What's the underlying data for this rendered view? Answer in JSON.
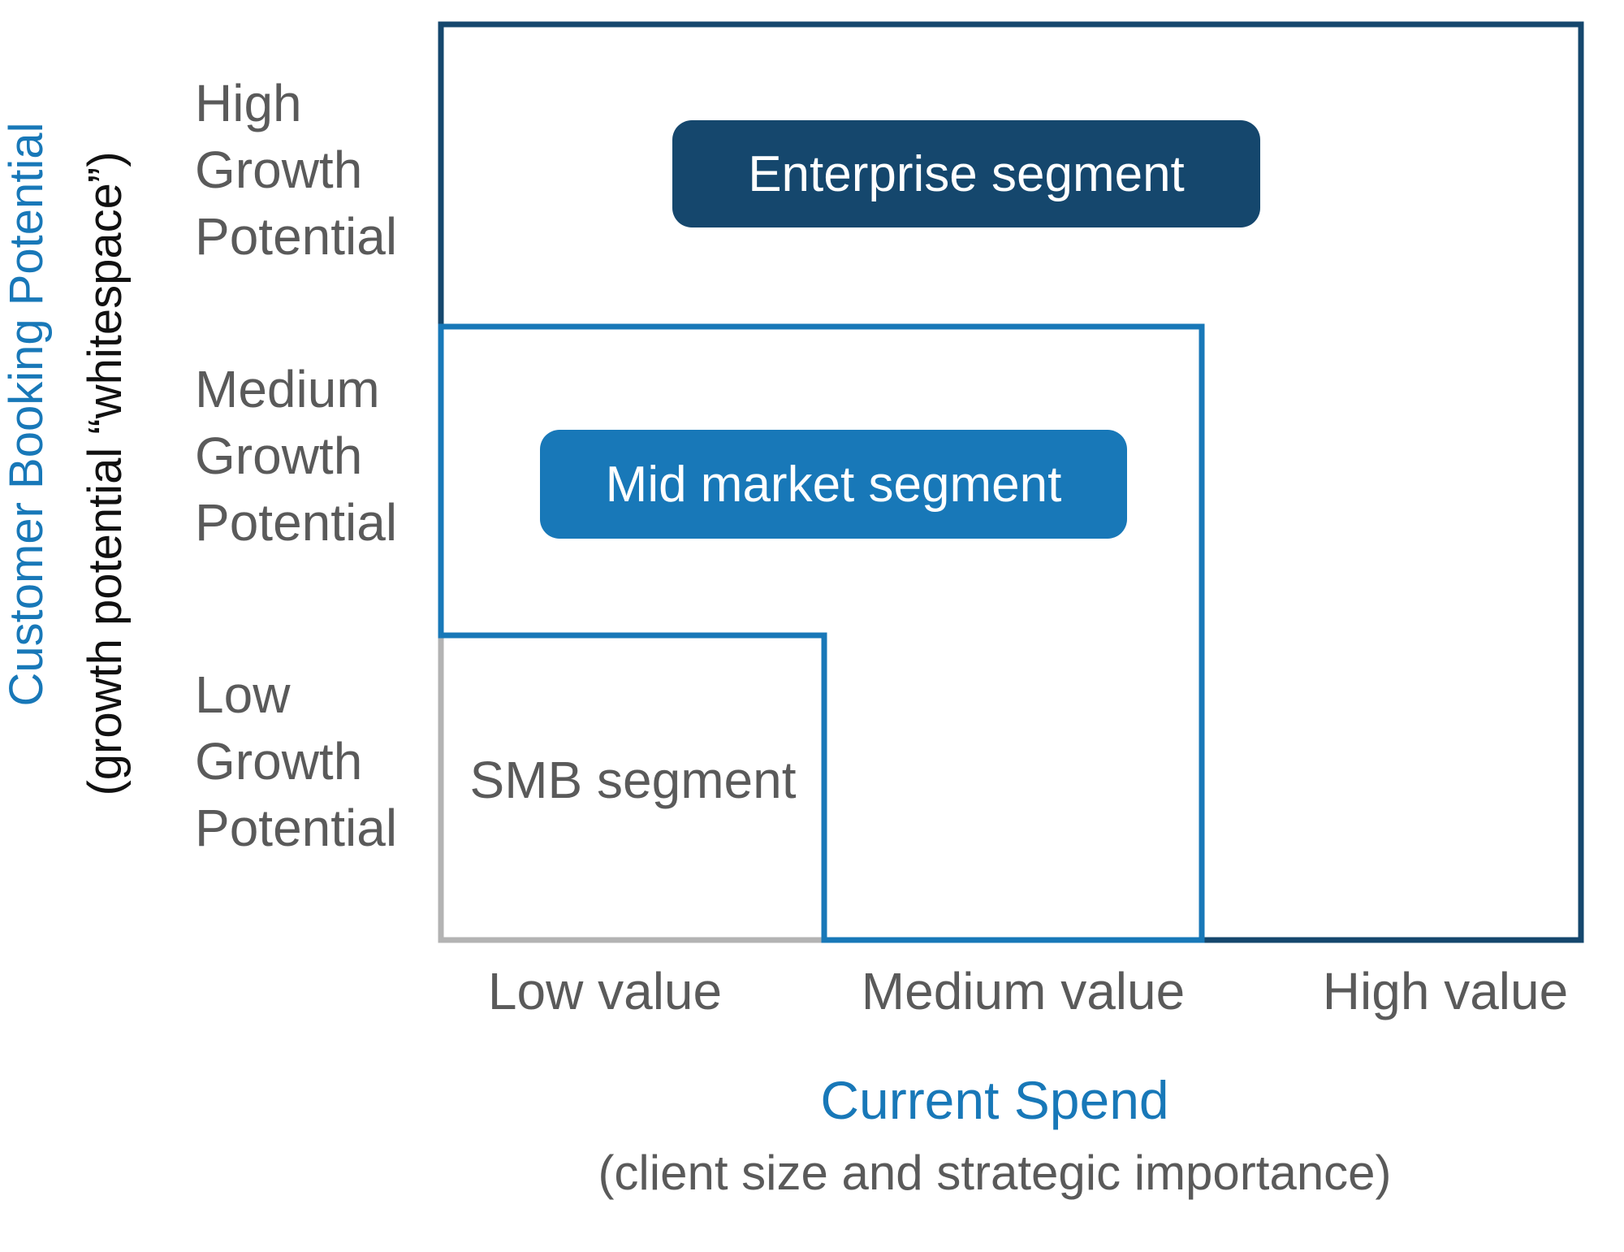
{
  "y_axis": {
    "title": "Customer Booking Potential",
    "subtitle": "(growth potential “whitespace”)",
    "bands": [
      {
        "label": "High\nGrowth\nPotential"
      },
      {
        "label": "Medium\nGrowth\nPotential"
      },
      {
        "label": "Low\nGrowth\nPotential"
      }
    ]
  },
  "x_axis": {
    "title": "Current Spend",
    "subtitle": "(client size and strategic importance)",
    "ticks": [
      {
        "label": "Low value"
      },
      {
        "label": "Medium value"
      },
      {
        "label": "High value"
      }
    ]
  },
  "segments": {
    "enterprise": {
      "label": "Enterprise segment",
      "color": "#15476d"
    },
    "mid": {
      "label": "Mid market segment",
      "color": "#1878b8"
    },
    "smb": {
      "label": "SMB segment",
      "border_color": "#b3b3b3"
    }
  },
  "colors": {
    "navy": "#15476d",
    "blue": "#1878b8",
    "gray_border": "#b3b3b3",
    "gray_text": "#5a5a5a",
    "black_text": "#111111",
    "badge_text": "#ffffff",
    "background": "#ffffff"
  }
}
